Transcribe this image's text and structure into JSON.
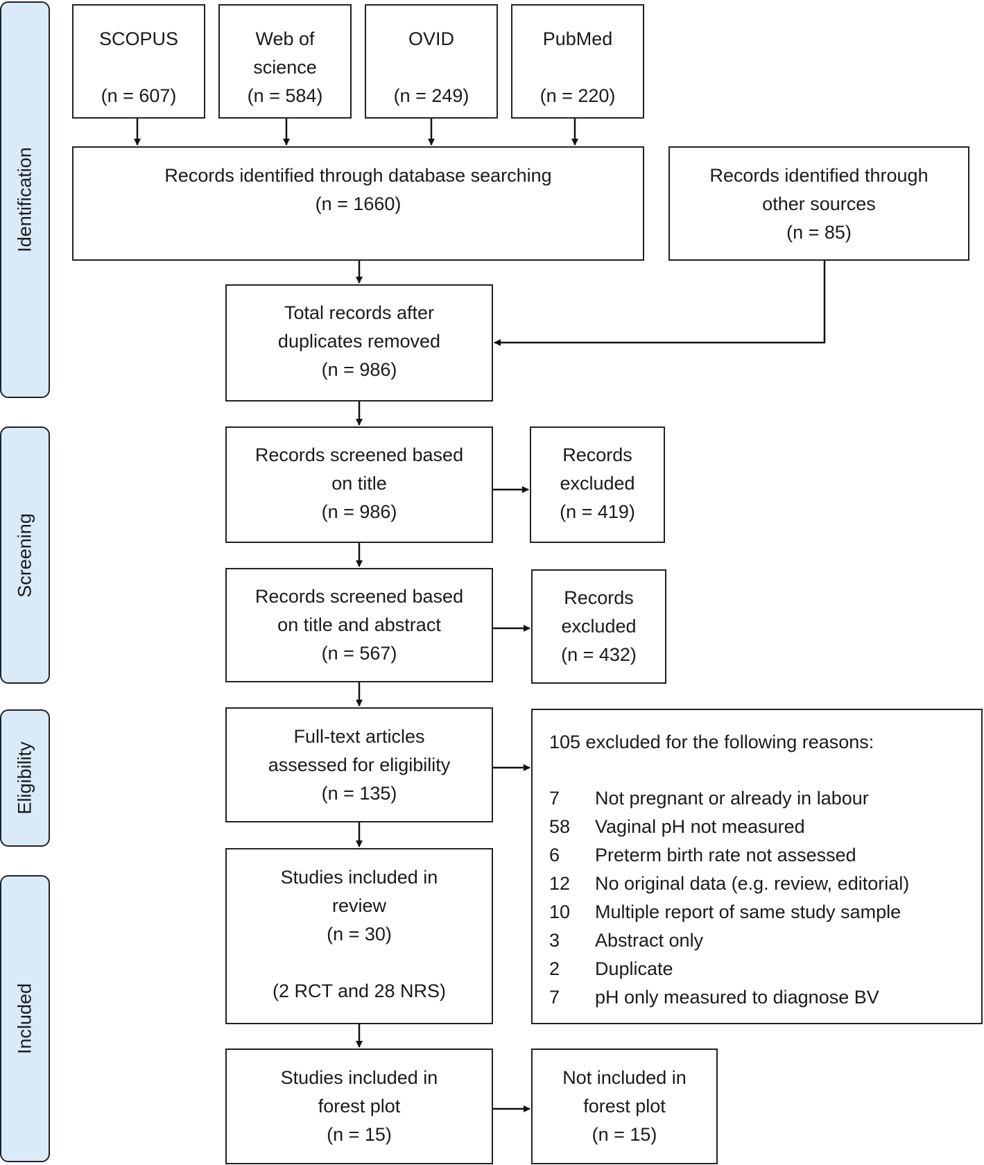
{
  "stages": {
    "identification": "Identification",
    "screening": "Screening",
    "eligibility": "Eligibility",
    "included": "Included"
  },
  "sources": {
    "scopus": {
      "name": "SCOPUS",
      "count": "(n = 607)"
    },
    "wos": {
      "name_line1": "Web of",
      "name_line2": "science",
      "count": "(n = 584)"
    },
    "ovid": {
      "name": "OVID",
      "count": "(n = 249)"
    },
    "pubmed": {
      "name": "PubMed",
      "count": "(n = 220)"
    }
  },
  "database_search": {
    "line1": "Records identified through database searching",
    "count": "(n = 1660)"
  },
  "other_sources": {
    "line1": "Records identified through",
    "line2": "other sources",
    "count": "(n = 85)"
  },
  "duplicates_removed": {
    "line1": "Total records after",
    "line2": "duplicates removed",
    "count": "(n = 986)"
  },
  "screen_title": {
    "line1": "Records screened based",
    "line2": "on title",
    "count": "(n = 986)"
  },
  "excluded_title": {
    "line1": "Records",
    "line2": "excluded",
    "count": "(n = 419)"
  },
  "screen_abstract": {
    "line1": "Records screened based",
    "line2": "on title and abstract",
    "count": "(n = 567)"
  },
  "excluded_abstract": {
    "line1": "Records",
    "line2": "excluded",
    "count": "(n = 432)"
  },
  "fulltext": {
    "line1": "Full-text articles",
    "line2": "assessed for eligibility",
    "count": "(n = 135)"
  },
  "exclusion_reasons": {
    "heading": "105 excluded for the following reasons:",
    "items": [
      {
        "n": "7",
        "reason": "Not pregnant or already in labour"
      },
      {
        "n": "58",
        "reason": "Vaginal pH not measured"
      },
      {
        "n": "6",
        "reason": "Preterm birth rate not assessed"
      },
      {
        "n": "12",
        "reason": "No original data (e.g. review, editorial)"
      },
      {
        "n": "10",
        "reason": "Multiple report of same study sample"
      },
      {
        "n": "3",
        "reason": "Abstract only"
      },
      {
        "n": "2",
        "reason": "Duplicate"
      },
      {
        "n": "7",
        "reason": "pH only measured to diagnose BV"
      }
    ]
  },
  "included_review": {
    "line1": "Studies included in",
    "line2": "review",
    "count": "(n = 30)",
    "detail": "(2 RCT and 28 NRS)"
  },
  "forest_included": {
    "line1": "Studies included in",
    "line2": "forest plot",
    "count": "(n = 15)"
  },
  "forest_not_included": {
    "line1": "Not included in",
    "line2": "forest plot",
    "count": "(n = 15)"
  }
}
